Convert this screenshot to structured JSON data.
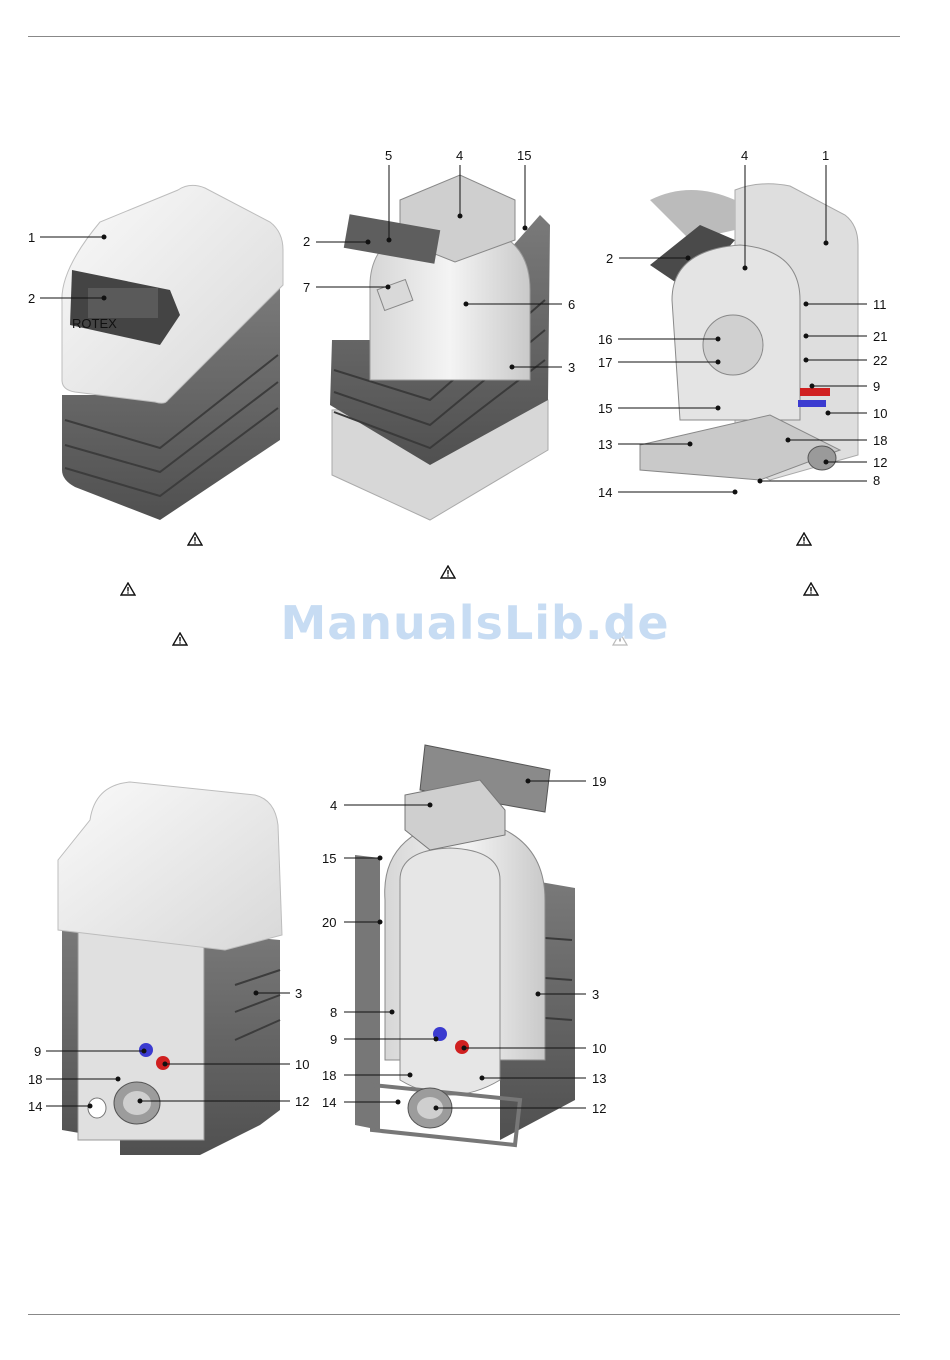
{
  "watermark": "ManualsLib.de",
  "callouts": {
    "fig1": [
      "1",
      "2"
    ],
    "fig2": [
      "5",
      "4",
      "15",
      "2",
      "7",
      "6",
      "3"
    ],
    "fig3": [
      "4",
      "1",
      "2",
      "11",
      "16",
      "21",
      "17",
      "22",
      "9",
      "15",
      "10",
      "13",
      "18",
      "12",
      "8",
      "14"
    ],
    "fig4": [
      "3",
      "9",
      "10",
      "18",
      "14",
      "12"
    ],
    "fig5": [
      "19",
      "4",
      "15",
      "20",
      "8",
      "3",
      "9",
      "10",
      "18",
      "13",
      "14",
      "12"
    ]
  },
  "brand_on_unit": "ROTEX",
  "colors": {
    "housing_light": "#e9e9e9",
    "housing_dark": "#6e6e6e",
    "cold_pipe": "#3b3bd0",
    "hot_pipe": "#d02020",
    "watermark": "#c7dcf3"
  },
  "icons": [
    "warning-icon"
  ]
}
